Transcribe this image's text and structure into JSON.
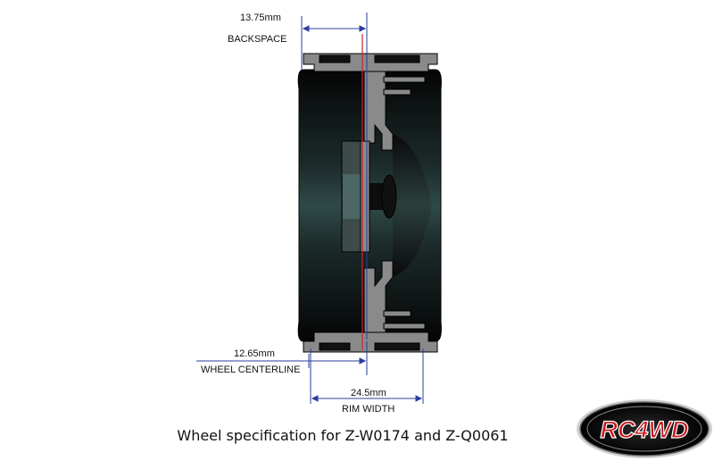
{
  "backspace": {
    "value": "13.75mm",
    "label": "BACKSPACE"
  },
  "centerline": {
    "value": "12.65mm",
    "label": "WHEEL CENTERLINE"
  },
  "rim": {
    "value": "24.5mm",
    "label": "RIM WIDTH"
  },
  "caption": "Wheel specification for Z-W0174 and  Z-Q0061",
  "logo": {
    "text": "RC4WD"
  },
  "colors": {
    "dimension_line": "#2b3f9e",
    "centerline": "#d32222",
    "wheel_body": "#111111",
    "rim_metal": "#8a8a8a",
    "logo_red": "#c8161d"
  }
}
